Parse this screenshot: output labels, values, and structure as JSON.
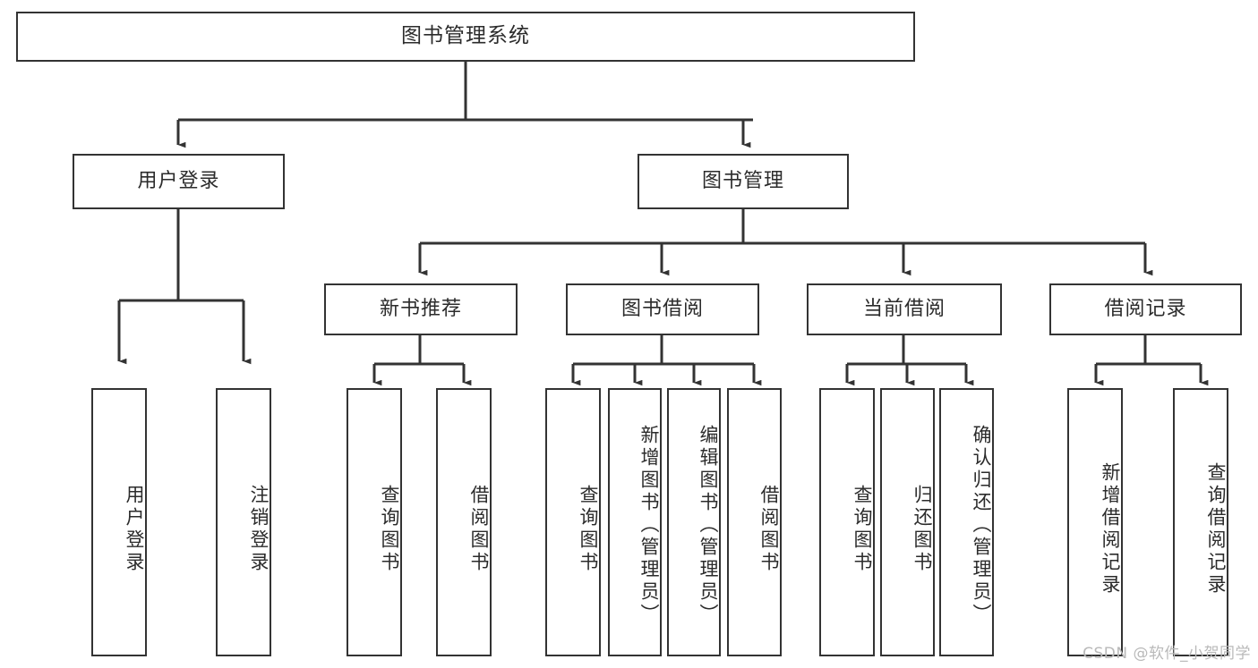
{
  "diagram": {
    "title": "图书管理系统",
    "type": "tree",
    "watermark": "CSDN @软件_小贺同学",
    "colors": {
      "background": "#ffffff",
      "border": "#333333",
      "text": "#2b2b2b",
      "watermark": "#b9b9b9"
    },
    "root": {
      "label": "图书管理系统"
    },
    "tier1": [
      {
        "label": "用户登录"
      },
      {
        "label": "图书管理"
      }
    ],
    "tier2": [
      {
        "label": "新书推荐"
      },
      {
        "label": "图书借阅"
      },
      {
        "label": "当前借阅"
      },
      {
        "label": "借阅记录"
      }
    ],
    "leaves": {
      "user_login": [
        {
          "label": "用户登录"
        },
        {
          "label": "注销登录"
        }
      ],
      "new_book_recommend": [
        {
          "label": "查询图书"
        },
        {
          "label": "借阅图书"
        }
      ],
      "book_borrow": [
        {
          "label": "查询图书"
        },
        {
          "label": "新增图书（管理员）"
        },
        {
          "label": "编辑图书（管理员）"
        },
        {
          "label": "借阅图书"
        }
      ],
      "current_borrow": [
        {
          "label": "查询图书"
        },
        {
          "label": "归还图书"
        },
        {
          "label": "确认归还（管理员）"
        }
      ],
      "borrow_record": [
        {
          "label": "新增借阅记录"
        },
        {
          "label": "查询借阅记录"
        }
      ]
    }
  }
}
